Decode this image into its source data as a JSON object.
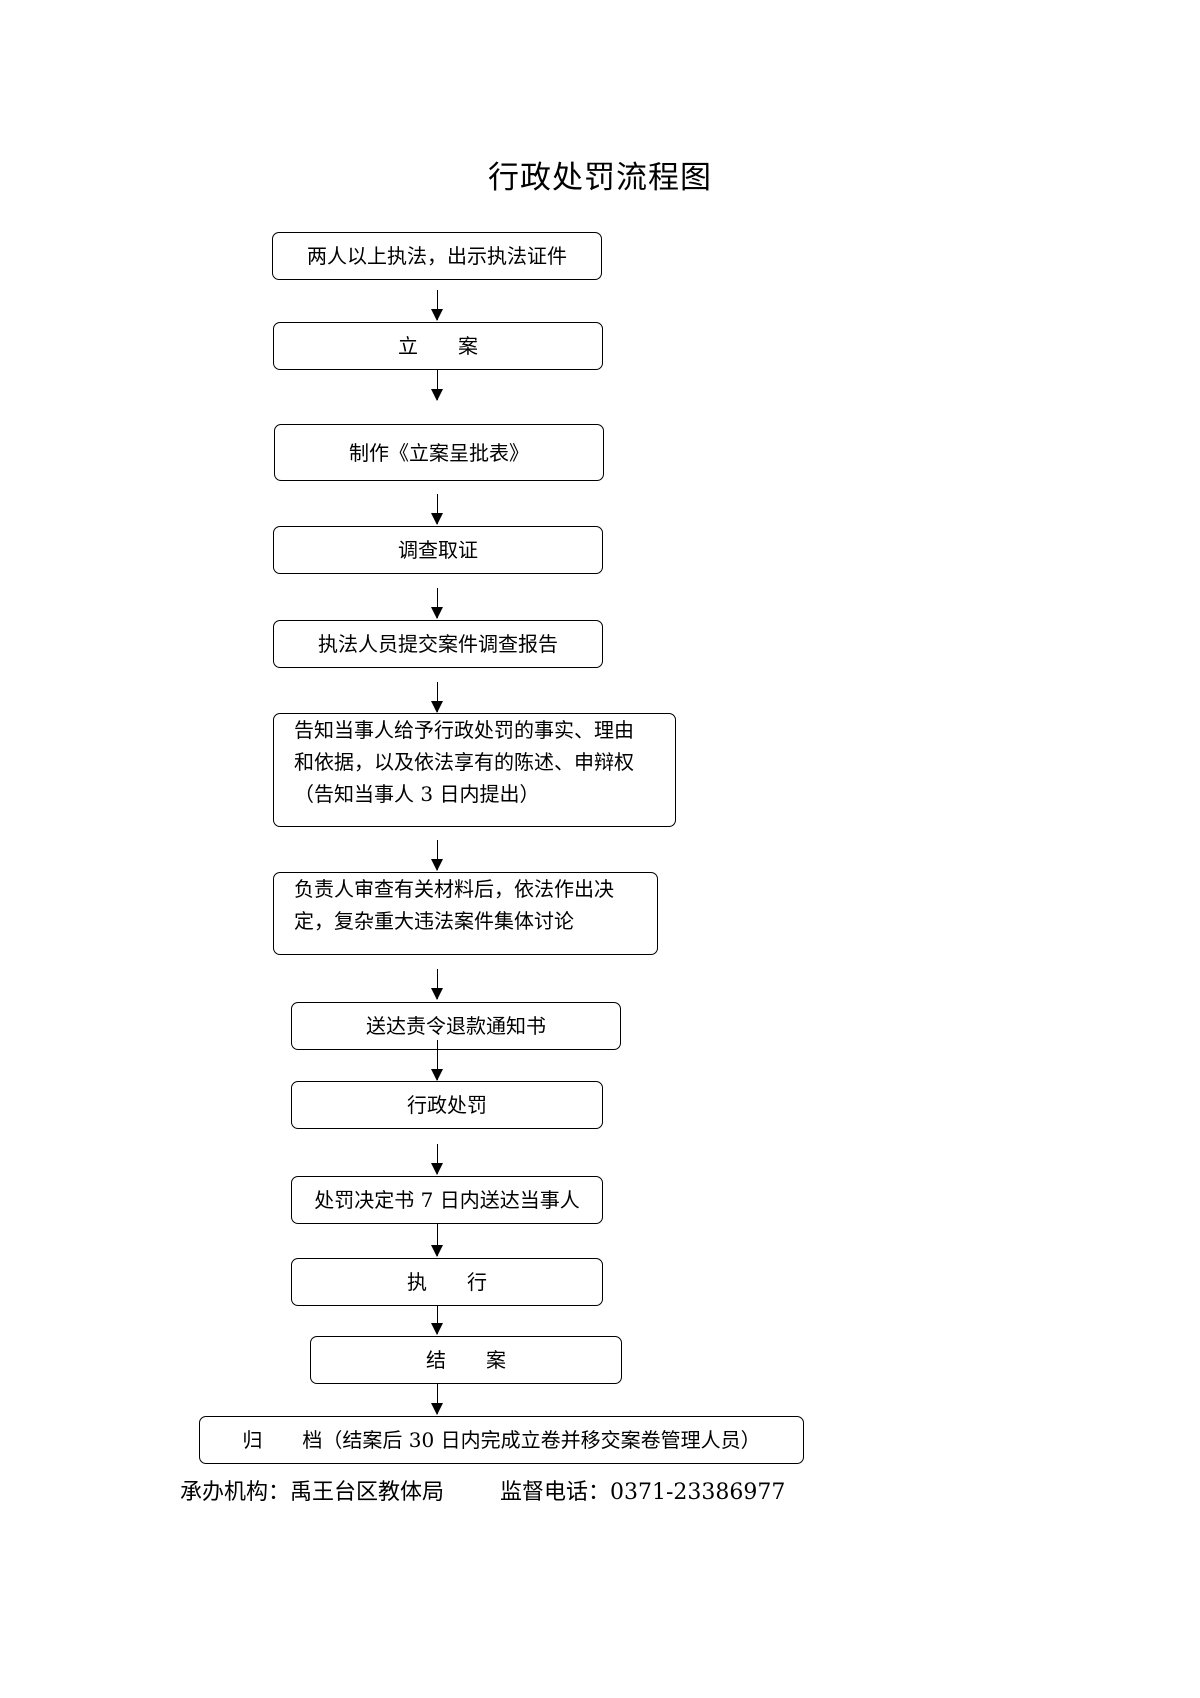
{
  "title": "行政处罚流程图",
  "steps": [
    "两人以上执法，出示执法证件",
    "立　　案",
    "制作《立案呈批表》",
    "调查取证",
    "执法人员提交案件调查报告",
    [
      "告知当事人给予行政处罚的事实、理由",
      "和依据，以及依法享有的陈述、申辩权",
      "（告知当事人 3 日内提出）"
    ],
    [
      "负责人审查有关材料后，依法作出决",
      "定，复杂重大违法案件集体讨论"
    ],
    "送达责令退款通知书",
    "行政处罚",
    "处罚决定书 7 日内送达当事人",
    "执　　行",
    "结　　案",
    "归　　档（结案后 30 日内完成立卷并移交案卷管理人员）"
  ],
  "footer": {
    "org_label": "承办机构：",
    "org": "禹王台区教体局",
    "phone_label": "监督电话：",
    "phone": "0371-23386977"
  }
}
